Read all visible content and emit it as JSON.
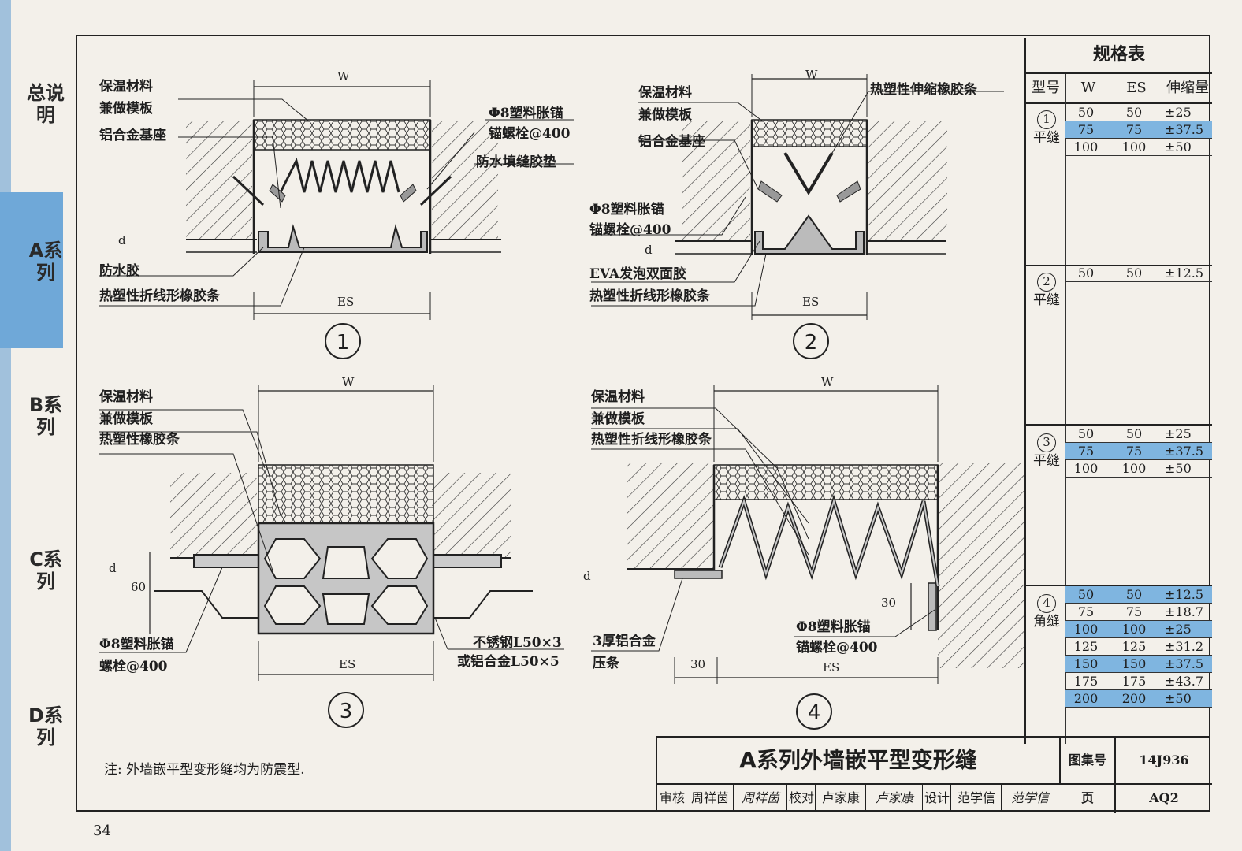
{
  "sidebar": [
    {
      "label": "总说明"
    },
    {
      "label": "A系列",
      "active": true
    },
    {
      "label": "B系列"
    },
    {
      "label": "C系列"
    },
    {
      "label": "D系列"
    }
  ],
  "diagram1": {
    "labels": [
      "保温材料",
      "兼做模板",
      "铝合金基座",
      "Φ8塑料胀锚",
      "锚螺栓@400",
      "防水填缝胶垫",
      "防水胶",
      "热塑性折线形橡胶条"
    ],
    "dims": {
      "w": "W",
      "es": "ES",
      "d": "d"
    },
    "number": "1"
  },
  "diagram2": {
    "labels": [
      "保温材料",
      "兼做模板",
      "铝合金基座",
      "热塑性伸缩橡胶条",
      "Φ8塑料胀锚",
      "锚螺栓@400",
      "EVA发泡双面胶",
      "热塑性折线形橡胶条"
    ],
    "dims": {
      "w": "W",
      "es": "ES",
      "d": "d"
    },
    "number": "2"
  },
  "diagram3": {
    "labels": [
      "保温材料",
      "兼做模板",
      "热塑性橡胶条",
      "Φ8塑料胀锚",
      "螺栓@400",
      "不锈钢L50×3",
      "或铝合金L50×5"
    ],
    "dims": {
      "w": "W",
      "es": "ES",
      "d": "d",
      "h": "60"
    },
    "number": "3"
  },
  "diagram4": {
    "labels": [
      "保温材料",
      "兼做模板",
      "热塑性折线形橡胶条",
      "3厚铝合金",
      "压条",
      "Φ8塑料胀锚",
      "锚螺栓@400"
    ],
    "dims": {
      "w": "W",
      "es": "ES",
      "d": "d",
      "a": "30",
      "b": "30"
    },
    "number": "4"
  },
  "note": "注: 外墙嵌平型变形缝均为防震型.",
  "page_number": "34",
  "spec_table": {
    "title": "规格表",
    "headers": [
      "型号",
      "W",
      "ES",
      "伸缩量"
    ],
    "groups": [
      {
        "num": "1",
        "name": "平缝",
        "rows": [
          [
            "50",
            "50",
            "±25",
            false
          ],
          [
            "75",
            "75",
            "±37.5",
            true
          ],
          [
            "100",
            "100",
            "±50",
            false
          ]
        ]
      },
      {
        "num": "2",
        "name": "平缝",
        "rows": [
          [
            "50",
            "50",
            "±12.5",
            false
          ]
        ]
      },
      {
        "num": "3",
        "name": "平缝",
        "rows": [
          [
            "50",
            "50",
            "±25",
            false
          ],
          [
            "75",
            "75",
            "±37.5",
            true
          ],
          [
            "100",
            "100",
            "±50",
            false
          ]
        ]
      },
      {
        "num": "4",
        "name": "角缝",
        "rows": [
          [
            "50",
            "50",
            "±12.5",
            true
          ],
          [
            "75",
            "75",
            "±18.7",
            false
          ],
          [
            "100",
            "100",
            "±25",
            true
          ],
          [
            "125",
            "125",
            "±31.2",
            false
          ],
          [
            "150",
            "150",
            "±37.5",
            true
          ],
          [
            "175",
            "175",
            "±43.7",
            false
          ],
          [
            "200",
            "200",
            "±50",
            true
          ]
        ]
      }
    ]
  },
  "title_block": {
    "title": "A系列外墙嵌平型变形缝",
    "atlas_label": "图集号",
    "atlas_no": "14J936",
    "page_label": "页",
    "page_no": "AQ2",
    "roles": [
      {
        "role": "审核",
        "name": "周祥茵",
        "sign": "周祥茵"
      },
      {
        "role": "校对",
        "name": "卢家康",
        "sign": "卢家康"
      },
      {
        "role": "设计",
        "name": "范学信",
        "sign": "范学信"
      }
    ]
  }
}
